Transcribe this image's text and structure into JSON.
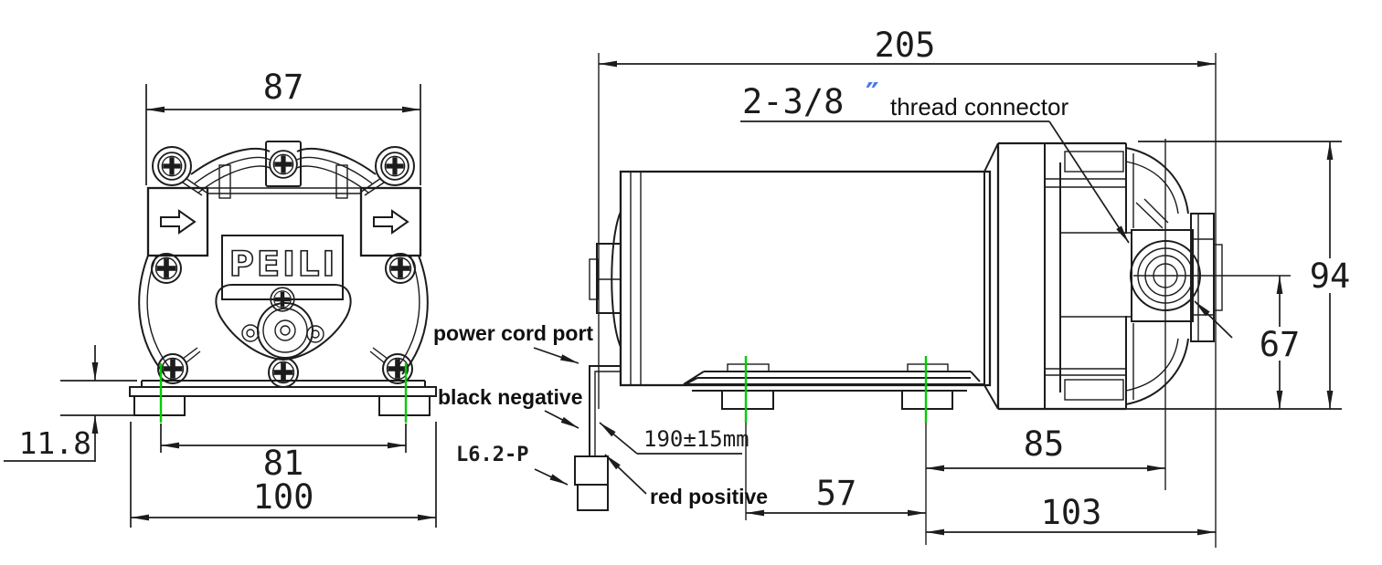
{
  "drawing": {
    "brand": "PEILI",
    "front_view": {
      "top_width": "87",
      "bolt_span": "81",
      "base_width": "100",
      "foot_height": "11.8"
    },
    "side_view": {
      "overall_length": "205",
      "overall_height": "94",
      "port_center_height": "67",
      "port_to_foot": "85",
      "foot_spacing": "57",
      "foot_to_end": "103",
      "thread_size": "2-3/8",
      "thread_prime": "″",
      "thread_label": "thread connector",
      "power_cord_label": "power cord port",
      "black_wire_label": "black negative",
      "red_wire_label": "red positive",
      "cord_length": "190±15mm",
      "connector_model": "L6.2-P"
    },
    "colors": {
      "line": "#1c1c1c",
      "centerline_green": "#00cc00",
      "prime_blue": "#4a7ade"
    }
  }
}
